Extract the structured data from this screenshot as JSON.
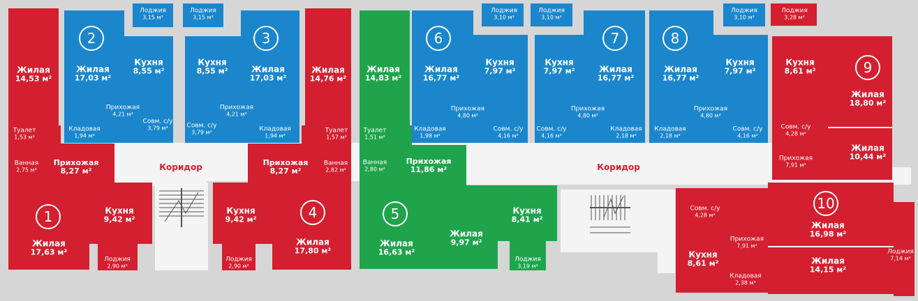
{
  "colors": {
    "red": "#d31f2f",
    "blue": "#1b86cc",
    "green": "#1fa44c",
    "corridor_text": "#d31f2f"
  },
  "corridor_label": "Коридор",
  "apartments": [
    {
      "number": "1",
      "color": "red"
    },
    {
      "number": "2",
      "color": "blue"
    },
    {
      "number": "3",
      "color": "blue"
    },
    {
      "number": "4",
      "color": "red"
    },
    {
      "number": "5",
      "color": "green"
    },
    {
      "number": "6",
      "color": "blue"
    },
    {
      "number": "7",
      "color": "blue"
    },
    {
      "number": "8",
      "color": "blue"
    },
    {
      "number": "9",
      "color": "red"
    },
    {
      "number": "10",
      "color": "red"
    }
  ],
  "rooms": {
    "a1_living": {
      "name": "Жилая",
      "area": "17,63 м²"
    },
    "a1_kitchen": {
      "name": "Кухня",
      "area": "9,42 м²"
    },
    "a1_loggia": {
      "name": "Лоджия",
      "area": "2,90 м²"
    },
    "a1_hall": {
      "name": "Прихожая",
      "area": "8,27 м²"
    },
    "a1_bath": {
      "name": "Ванная",
      "area": "2,75 м²"
    },
    "a1_wc": {
      "name": "Туалет",
      "area": "1,53 м²"
    },
    "a1_living2": {
      "name": "Жилая",
      "area": "14,53 м²"
    },
    "a2_living": {
      "name": "Жилая",
      "area": "17,03 м²"
    },
    "a2_kitchen": {
      "name": "Кухня",
      "area": "8,55 м²"
    },
    "a2_loggia": {
      "name": "Лоджия",
      "area": "3,15 м²"
    },
    "a2_hall": {
      "name": "Прихожая",
      "area": "4,21 м²"
    },
    "a2_storage": {
      "name": "Кладовая",
      "area": "1,94 м²"
    },
    "a2_bath": {
      "name": "Совм. с/у",
      "area": "3,79 м²"
    },
    "a3_living": {
      "name": "Жилая",
      "area": "17,03 м²"
    },
    "a3_kitchen": {
      "name": "Кухня",
      "area": "8,55 м²"
    },
    "a3_loggia": {
      "name": "Лоджия",
      "area": "3,15 м²"
    },
    "a3_hall": {
      "name": "Прихожая",
      "area": "4,21 м²"
    },
    "a3_storage": {
      "name": "Кладовая",
      "area": "1,94 м²"
    },
    "a3_bath": {
      "name": "Совм. с/у",
      "area": "3,79 м²"
    },
    "a4_living": {
      "name": "Жилая",
      "area": "17,80 м²"
    },
    "a4_kitchen": {
      "name": "Кухня",
      "area": "9,42 м²"
    },
    "a4_loggia": {
      "name": "Лоджия",
      "area": "2,90 м²"
    },
    "a4_hall": {
      "name": "Прихожая",
      "area": "8,27 м²"
    },
    "a4_bath": {
      "name": "Ванная",
      "area": "2,82 м²"
    },
    "a4_wc": {
      "name": "Туалет",
      "area": "1,57 м²"
    },
    "a4_living2": {
      "name": "Жилая",
      "area": "14,76 м²"
    },
    "a5_living": {
      "name": "Жилая",
      "area": "16,63 м²"
    },
    "a5_living2": {
      "name": "Жилая",
      "area": "14,83 м²"
    },
    "a5_living3": {
      "name": "Жилая",
      "area": "9,97 м²"
    },
    "a5_kitchen": {
      "name": "Кухня",
      "area": "8,41 м²"
    },
    "a5_loggia": {
      "name": "Лоджия",
      "area": "3,19 м²"
    },
    "a5_hall": {
      "name": "Прихожая",
      "area": "11,86 м²"
    },
    "a5_bath": {
      "name": "Ванная",
      "area": "2,80 м²"
    },
    "a5_wc": {
      "name": "Туалет",
      "area": "1,51 м²"
    },
    "a6_living": {
      "name": "Жилая",
      "area": "16,77 м²"
    },
    "a6_kitchen": {
      "name": "Кухня",
      "area": "7,97 м²"
    },
    "a6_loggia": {
      "name": "Лоджия",
      "area": "3,10 м²"
    },
    "a6_hall": {
      "name": "Прихожая",
      "area": "4,80 м²"
    },
    "a6_storage": {
      "name": "Кладовая",
      "area": "1,98 м²"
    },
    "a6_bath": {
      "name": "Совм. с/у",
      "area": "4,16 м²"
    },
    "a7_living": {
      "name": "Жилая",
      "area": "16,77 м²"
    },
    "a7_kitchen": {
      "name": "Кухня",
      "area": "7,97 м²"
    },
    "a7_loggia": {
      "name": "Лоджия",
      "area": "3,10 м²"
    },
    "a7_hall": {
      "name": "Прихожая",
      "area": "4,80 м²"
    },
    "a7_storage": {
      "name": "Кладовая",
      "area": "2,18 м²"
    },
    "a7_bath": {
      "name": "Совм. с/у",
      "area": "4,16 м²"
    },
    "a8_living": {
      "name": "Жилая",
      "area": "16,77 м²"
    },
    "a8_kitchen": {
      "name": "Кухня",
      "area": "7,97 м²"
    },
    "a8_loggia": {
      "name": "Лоджия",
      "area": "3,10 м²"
    },
    "a8_hall": {
      "name": "Прихожая",
      "area": "4,80 м²"
    },
    "a8_storage": {
      "name": "Кладовая",
      "area": "2,18 м²"
    },
    "a8_bath": {
      "name": "Совм. с/у",
      "area": "4,16 м²"
    },
    "a9_living": {
      "name": "Жилая",
      "area": "18,80 м²"
    },
    "a9_living2": {
      "name": "Жилая",
      "area": "10,44 м²"
    },
    "a9_kitchen": {
      "name": "Кухня",
      "area": "8,61 м²"
    },
    "a9_loggia": {
      "name": "Лоджия",
      "area": "3,28 м²"
    },
    "a9_hall": {
      "name": "Прихожая",
      "area": "7,91 м²"
    },
    "a9_bath": {
      "name": "Совм. с/у",
      "area": "4,28 м²"
    },
    "a10_living": {
      "name": "Жилая",
      "area": "16,98 м²"
    },
    "a10_living2": {
      "name": "Жилая",
      "area": "14,15 м²"
    },
    "a10_kitchen": {
      "name": "Кухня",
      "area": "8,61 м²"
    },
    "a10_loggia": {
      "name": "Лоджия",
      "area": "7,14 м²"
    },
    "a10_hall": {
      "name": "Прихожая",
      "area": "7,91 м²"
    },
    "a10_storage": {
      "name": "Кладовая",
      "area": "2,38 м²"
    },
    "a10_bath": {
      "name": "Совм. с/у",
      "area": "4,28 м²"
    }
  }
}
